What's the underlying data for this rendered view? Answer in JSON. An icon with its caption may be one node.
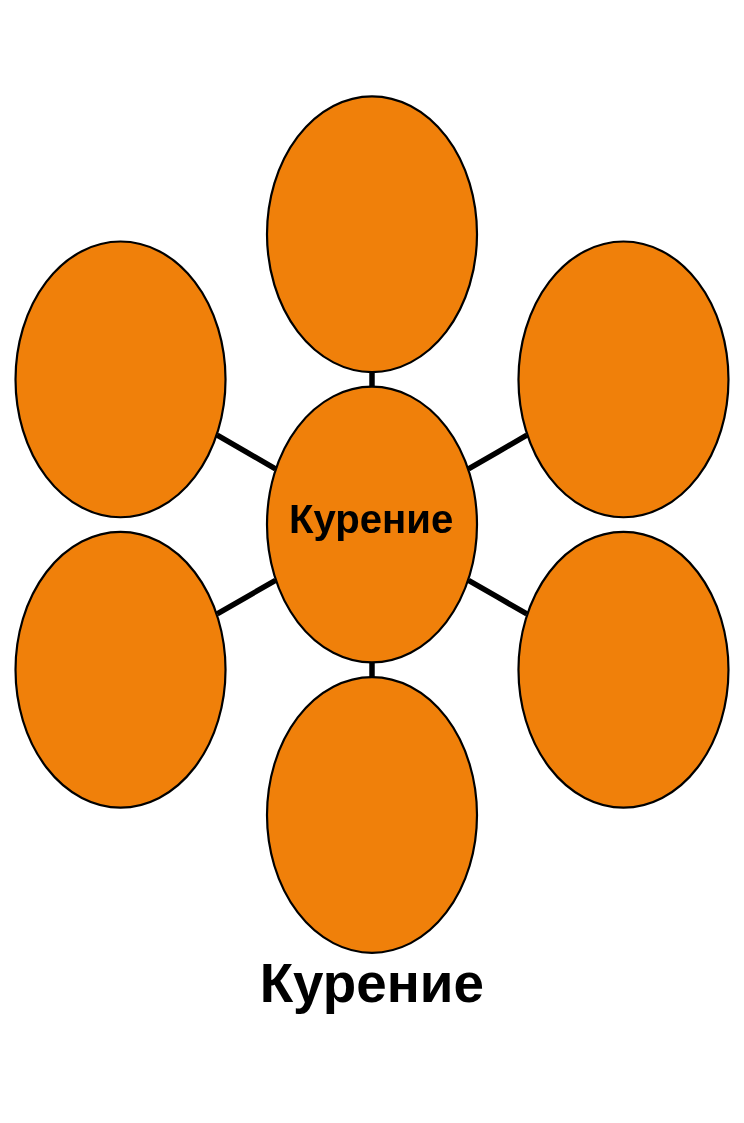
{
  "diagram": {
    "caption": "Курение",
    "nodes": [
      {
        "text": [],
        "shape": "ellipse"
      },
      {
        "text": [],
        "shape": "ellipse"
      },
      {
        "text": [],
        "shape": "ellipse"
      },
      {
        "text": [
          "Курение"
        ]
      },
      {
        "text": [],
        "shape": "ellipse"
      },
      {
        "text": [],
        "shape": "ellipse"
      },
      {
        "text": [],
        "shape": "ellipse"
      }
    ],
    "edges": [
      {
        "from": 3,
        "to": 0,
        "arrow": "none"
      },
      {
        "from": 3,
        "to": 1,
        "arrow": "none"
      },
      {
        "from": 3,
        "to": 2,
        "arrow": "none"
      },
      {
        "from": 3,
        "to": 4,
        "arrow": "none"
      },
      {
        "from": 3,
        "to": 5,
        "arrow": "none"
      },
      {
        "from": 3,
        "to": 6,
        "arrow": "none"
      }
    ]
  }
}
